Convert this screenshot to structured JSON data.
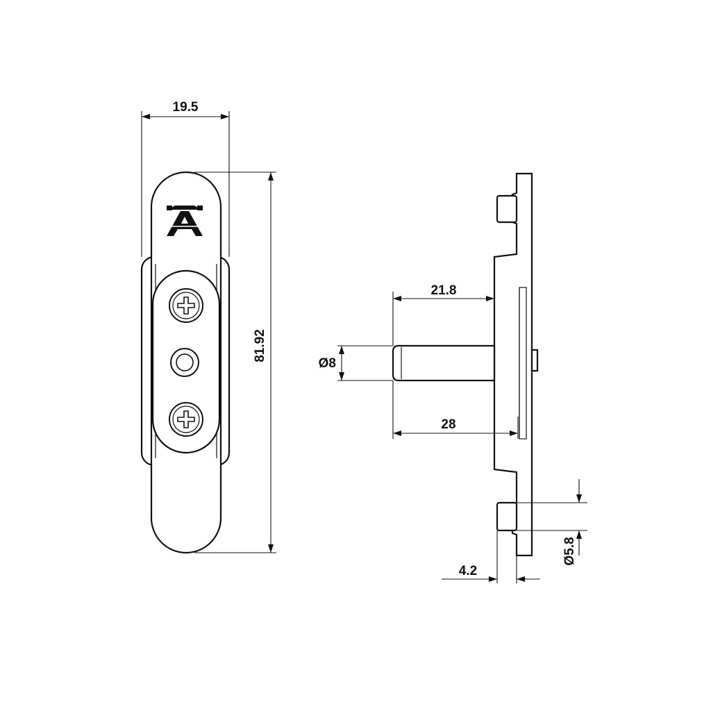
{
  "dimensions": {
    "handle_width": "19.5",
    "handle_height": "81.92",
    "spindle_length": "21.8",
    "spindle_diameter": "Ø8",
    "total_length": "28",
    "pin_offset": "4.2",
    "pin_diameter": "Ø5.8"
  },
  "colors": {
    "line": "#111111",
    "background": "#ffffff"
  },
  "icons": {
    "logo": "brand-logo-icon",
    "screw": "phillips-screw-icon",
    "hole": "center-hole-icon"
  }
}
